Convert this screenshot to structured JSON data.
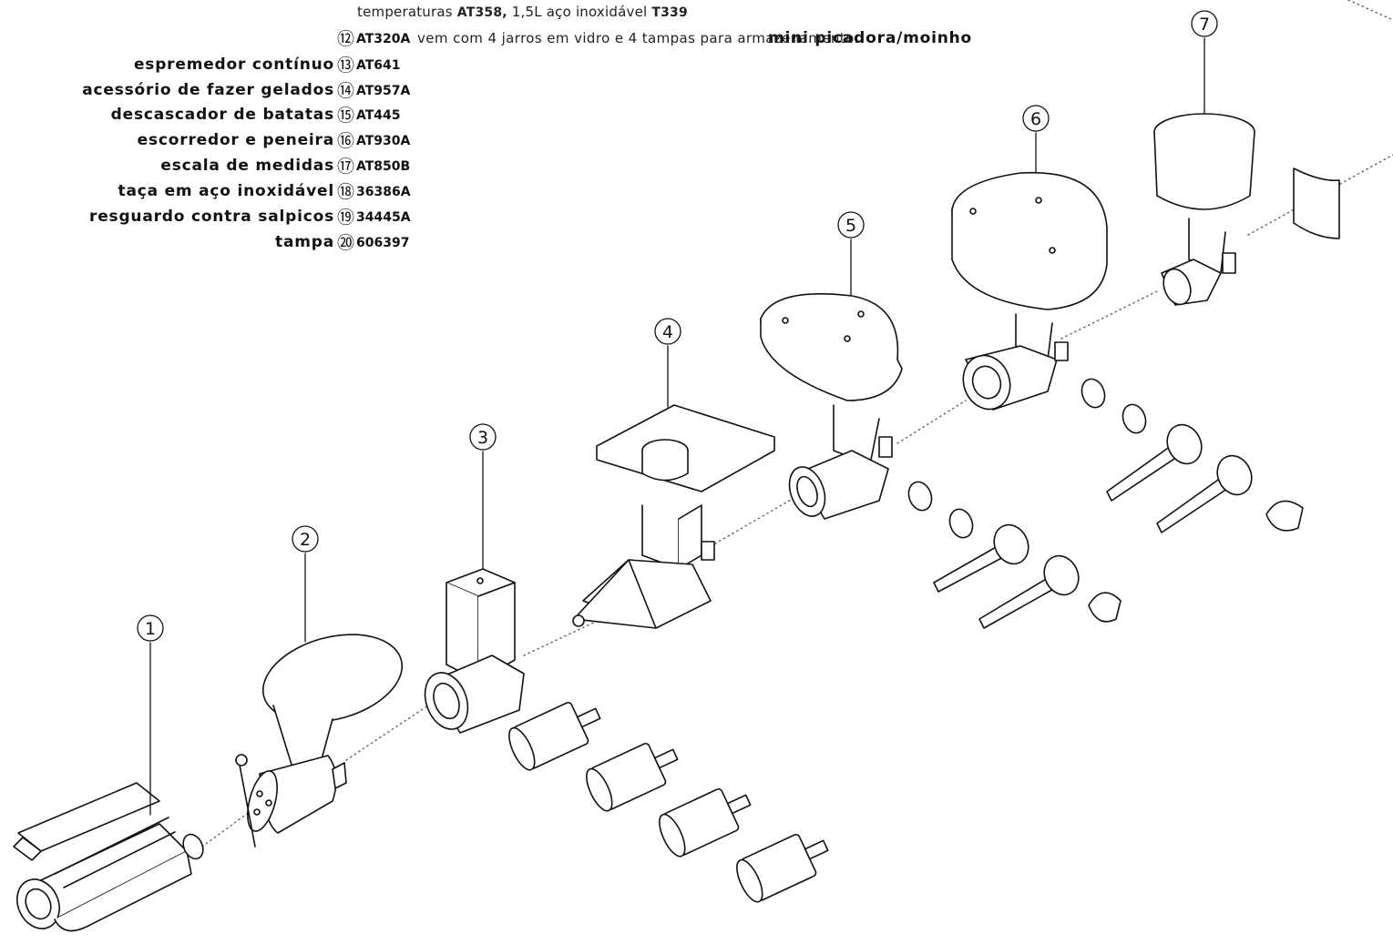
{
  "top_line": {
    "text": "temperaturas ",
    "code1": "AT358,",
    "text2": " 1,5L aço inoxidável ",
    "code2": "T339"
  },
  "legend": [
    {
      "label": "mini picadora/moinho",
      "num": "⑫",
      "code": "AT320A",
      "desc": "vem com 4 jarros em vidro e 4 tampas para armazenamento."
    },
    {
      "label": "espremedor contínuo",
      "num": "⑬",
      "code": "AT641"
    },
    {
      "label": "acessório de fazer gelados",
      "num": "⑭",
      "code": "AT957A"
    },
    {
      "label": "descascador de batatas",
      "num": "⑮",
      "code": "AT445"
    },
    {
      "label": "escorredor e peneira",
      "num": "⑯",
      "code": "AT930A"
    },
    {
      "label": "escala de medidas",
      "num": "⑰",
      "code": "AT850B"
    },
    {
      "label": "taça em aço inoxidável",
      "num": "⑱",
      "code": "36386A"
    },
    {
      "label": "resguardo contra salpicos",
      "num": "⑲",
      "code": "34445A"
    },
    {
      "label": "tampa",
      "num": "⑳",
      "code": "606397"
    }
  ],
  "callouts": [
    "1",
    "2",
    "3",
    "4",
    "5",
    "6",
    "7"
  ],
  "colors": {
    "ink": "#111111",
    "fill": "#ffffff",
    "dots": "#666666"
  },
  "icons": [
    "pasta-roller-icon",
    "juicer-icon",
    "slicer-shredder-icon",
    "food-grinder-icon",
    "sausage-stuffer-icon",
    "grain-mill-icon",
    "fruit-strainer-icon"
  ]
}
